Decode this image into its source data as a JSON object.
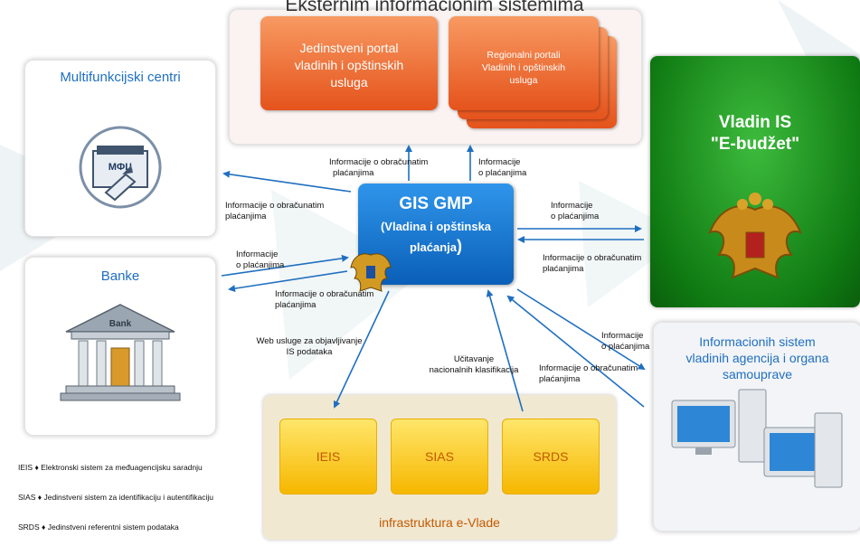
{
  "top_header": "Eksternim informacionim sistemima",
  "portal_main": [
    "Jedinstveni portal",
    "vladinih i opštinskih",
    "usluga"
  ],
  "portal_regional": [
    "Regionalni portali",
    "Vladinih i opštinskih",
    "usluga"
  ],
  "multifunction": {
    "title": "Multifunkcijski centri",
    "sign": "МФЦ"
  },
  "banks": {
    "title": "Banke",
    "sign": "Bank"
  },
  "gis": {
    "title": "GIS GMP",
    "subtitle_line1": "(Vladina i opštinska",
    "subtitle_line2": "plaćanja",
    "closing": ")"
  },
  "vladin": {
    "title_line1": "Vladin IS",
    "title_line2": "\"E-budžet\""
  },
  "agencies": {
    "title": [
      "Informacionih sistem",
      "vladinih agencija i organa",
      "samouprave"
    ]
  },
  "infra": {
    "label": "infrastruktura e-Vlade",
    "boxes": [
      "IEIS",
      "SIAS",
      "SRDS"
    ]
  },
  "labels": {
    "info_obracunatim": [
      "Informacije o obračunatim",
      "plaćanjima"
    ],
    "info_placanjima": [
      "Informacije",
      "o plaćanjima"
    ],
    "web_usluge": [
      "Web usluge za objavljivanje",
      "IS podataka"
    ],
    "ucitavanje": [
      "Učitavanje",
      "nacionalnih klasifikacija"
    ]
  },
  "legend": [
    {
      "abbr": "IEIS",
      "text": "Elektronski sistem za međuagencijsku saradnju"
    },
    {
      "abbr": "SIAS",
      "text": "Jedinstveni sistem za identifikaciju i autentifikaciju"
    },
    {
      "abbr": "SRDS",
      "text": "Jedinstveni referentni sistem podataka"
    }
  ],
  "legend_separator": "♦",
  "colors": {
    "accent_blue": "#1f6fc0",
    "orange": "#e5531c",
    "green": "#1a8a1a",
    "yellow": "#f6b700",
    "gis_blue": "#0a6fd0"
  }
}
